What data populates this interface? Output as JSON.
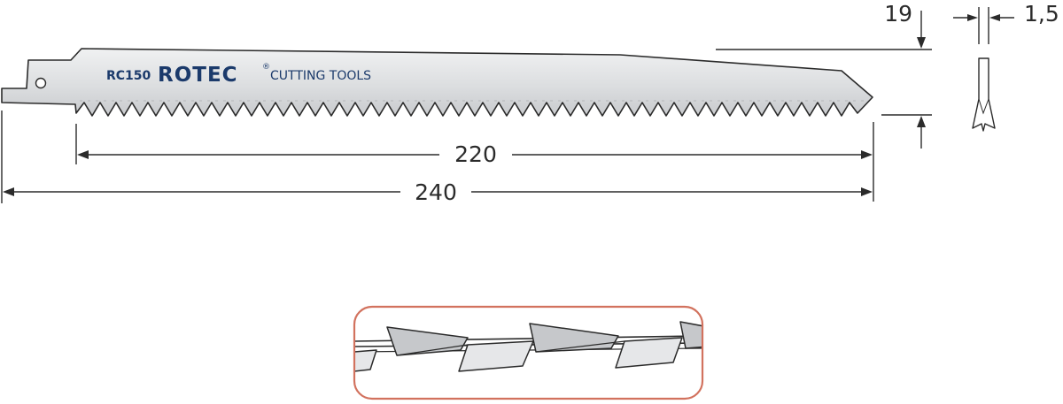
{
  "blade": {
    "model": "RC150",
    "brand": "ROTEC",
    "registered_mark": "®",
    "tagline": "CUTTING TOOLS"
  },
  "dimensions": {
    "working_length": "220",
    "total_length": "240",
    "blade_height": "19",
    "thickness": "1,5"
  },
  "colors": {
    "outline": "#2b2b2b",
    "blade_fill": "#e3e4e6",
    "text": "#1b3a6b",
    "detail_frame": "#d2725e"
  },
  "icons": [
    "arrow-down-icon",
    "arrow-up-icon",
    "arrow-left-icon",
    "arrow-right-icon",
    "tooth-set-detail-icon"
  ]
}
